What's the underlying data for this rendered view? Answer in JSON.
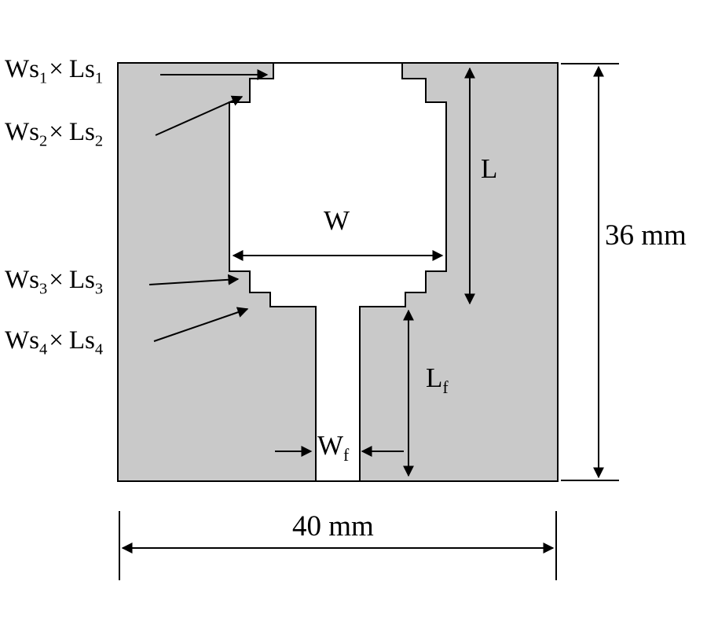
{
  "diagram": {
    "colors": {
      "ground_fill": "#c9c9c9",
      "slot_fill": "#ffffff",
      "line": "#000000"
    },
    "labels": {
      "slots": [
        {
          "first_base": "Ws",
          "first_sub": "1",
          "operator": "×",
          "second_base": "Ls",
          "second_sub": "1"
        },
        {
          "first_base": "Ws",
          "first_sub": "2",
          "operator": "×",
          "second_base": "Ls",
          "second_sub": "2"
        },
        {
          "first_base": "Ws",
          "first_sub": "3",
          "operator": "×",
          "second_base": "Ls",
          "second_sub": "3"
        },
        {
          "first_base": "Ws",
          "first_sub": "4",
          "operator": "×",
          "second_base": "Ls",
          "second_sub": "4"
        }
      ],
      "slot_width": "W",
      "slot_length": "L",
      "feed_length_base": "L",
      "feed_length_sub": "f",
      "feed_width_base": "W",
      "feed_width_sub": "f",
      "overall_height": "36 mm",
      "overall_width": "40 mm"
    }
  }
}
